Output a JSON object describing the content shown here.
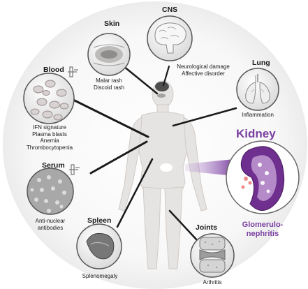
{
  "organs": {
    "cns": {
      "title": "CNS",
      "desc": [
        "Neurological damage",
        "Affective disorder"
      ]
    },
    "skin": {
      "title": "Skin",
      "desc": [
        "Malar rash",
        "Discoid rash"
      ]
    },
    "blood": {
      "title": "Blood",
      "desc": [
        "IFN signature",
        "Plasma blasts",
        "Anemia",
        "Thrombocytopenia"
      ]
    },
    "lung": {
      "title": "Lung",
      "desc": [
        "Inflammation"
      ]
    },
    "serum": {
      "title": "Serum",
      "desc": [
        "Anti-nuclear",
        "antibodies"
      ]
    },
    "spleen": {
      "title": "Spleen",
      "desc": [
        "Splenomegaly"
      ]
    },
    "joints": {
      "title": "Joints",
      "desc": [
        "Arthritis"
      ]
    },
    "kidney": {
      "title": "Kidney",
      "desc": [
        "Glomerulo-",
        "nephritis"
      ]
    }
  },
  "colors": {
    "kidney_accent": "#7a3fa0",
    "body_fill": "#e6e4e2",
    "connector": "#1a1a1a"
  },
  "icons": [
    "brain-icon",
    "skin-icon",
    "blood-cells-icon",
    "lung-icon",
    "serum-icon",
    "spleen-icon",
    "joint-icon",
    "kidney-icon",
    "human-body-silhouette"
  ]
}
